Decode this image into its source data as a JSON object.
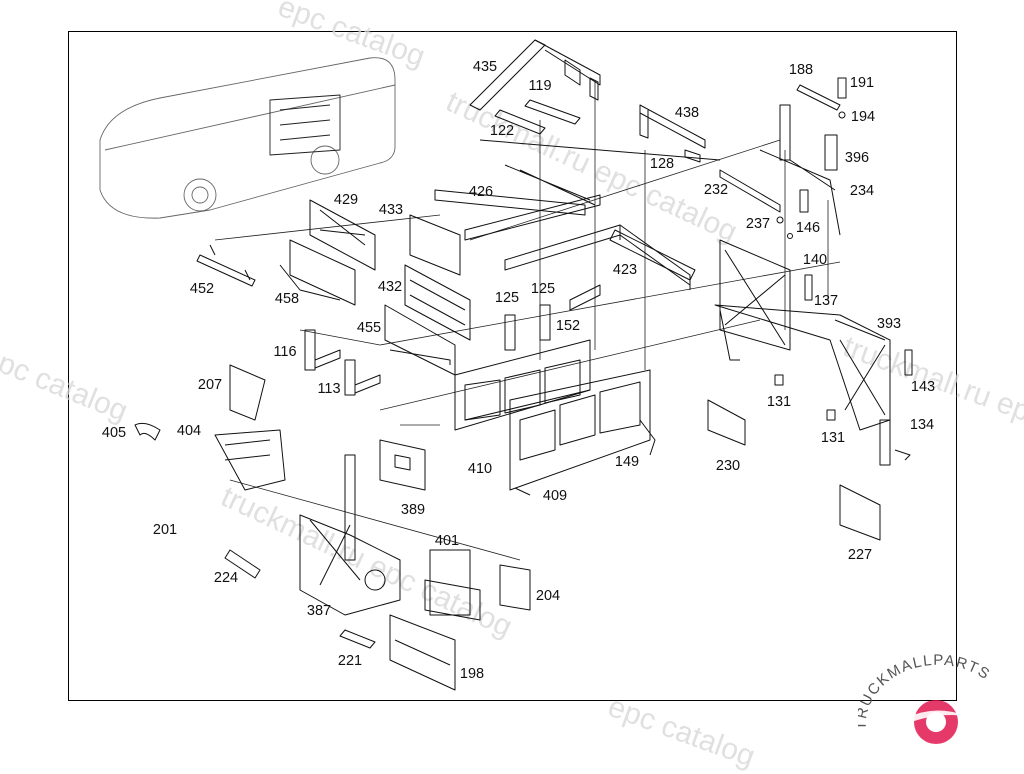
{
  "watermark": {
    "catalog_text": "truckmall.ru epc catalog",
    "short_text": "epc catalog",
    "brand_text": "TRUCKMALLPARTS",
    "brand_color_dark": "#333333",
    "brand_color_accent": "#e0184f"
  },
  "parts": {
    "p435": "435",
    "p119": "119",
    "p122": "122",
    "p438": "438",
    "p128": "128",
    "p188": "188",
    "p191": "191",
    "p194": "194",
    "p396": "396",
    "p232": "232",
    "p234": "234",
    "p237": "237",
    "p146": "146",
    "p429": "429",
    "p433": "433",
    "p426": "426",
    "p452": "452",
    "p458": "458",
    "p432": "432",
    "p423": "423",
    "p140": "140",
    "p137": "137",
    "p125a": "125",
    "p125b": "125",
    "p152": "152",
    "p393": "393",
    "p455": "455",
    "p116": "116",
    "p113": "113",
    "p207": "207",
    "p143": "143",
    "p131a": "131",
    "p131b": "131",
    "p134": "134",
    "p405": "405",
    "p404": "404",
    "p410": "410",
    "p409": "409",
    "p149": "149",
    "p230": "230",
    "p389": "389",
    "p201": "201",
    "p227": "227",
    "p401": "401",
    "p224": "224",
    "p204": "204",
    "p387": "387",
    "p221": "221",
    "p198": "198"
  }
}
